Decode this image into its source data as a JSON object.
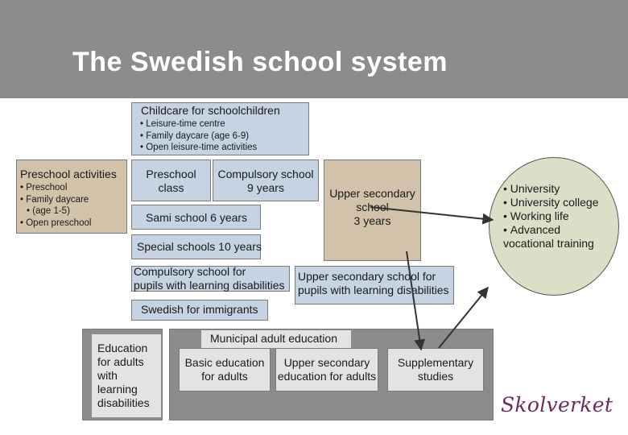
{
  "title": "The Swedish school system",
  "childcare": {
    "heading": "Childcare for schoolchildren",
    "items": [
      "Leisure-time centre",
      "Family daycare (age 6-9)",
      "Open leisure-time activities"
    ]
  },
  "preschool_activities": {
    "heading": "Preschool activities",
    "items": [
      "Preschool",
      "Family daycare",
      "(age 1-5)",
      "Open preschool"
    ]
  },
  "preschool_class": {
    "line1": "Preschool",
    "line2": "class"
  },
  "compulsory_school": {
    "line1": "Compulsory school",
    "line2": "9 years"
  },
  "sami_school": "Sami school 6 years",
  "upper_secondary": {
    "line1": "Upper secondary",
    "line2": "school",
    "line3": "3 years"
  },
  "special_schools": "Special schools 10 years",
  "compulsory_ld": {
    "line1": "Compulsory school for",
    "line2": "pupils with learning disabilities"
  },
  "upper_secondary_ld": {
    "line1": "Upper secondary school for",
    "line2": "pupils with learning disabilities"
  },
  "immigrants": "Swedish for immigrants",
  "adult_ld": {
    "lines": [
      "Education",
      "for adults",
      "with",
      "learning",
      "disabilities"
    ]
  },
  "municipal_adult": {
    "heading": "Municipal adult education",
    "basic": {
      "line1": "Basic education",
      "line2": "for adults"
    },
    "upper": {
      "line1": "Upper secondary",
      "line2": "education for adults"
    },
    "supplementary": {
      "line1": "Supplementary",
      "line2": "studies"
    }
  },
  "further": {
    "items": [
      "University",
      "University college",
      "Working life",
      "Advanced"
    ],
    "continuation": "vocational training"
  },
  "logo": "Skolverket",
  "colors": {
    "header": "#8c8c8c",
    "blue_box": "#c5d3e3",
    "tan_box": "#d2c2aa",
    "grey_box": "#e3e3e3",
    "ellipse": "#dcdec7",
    "logo": "#6e2a63"
  }
}
